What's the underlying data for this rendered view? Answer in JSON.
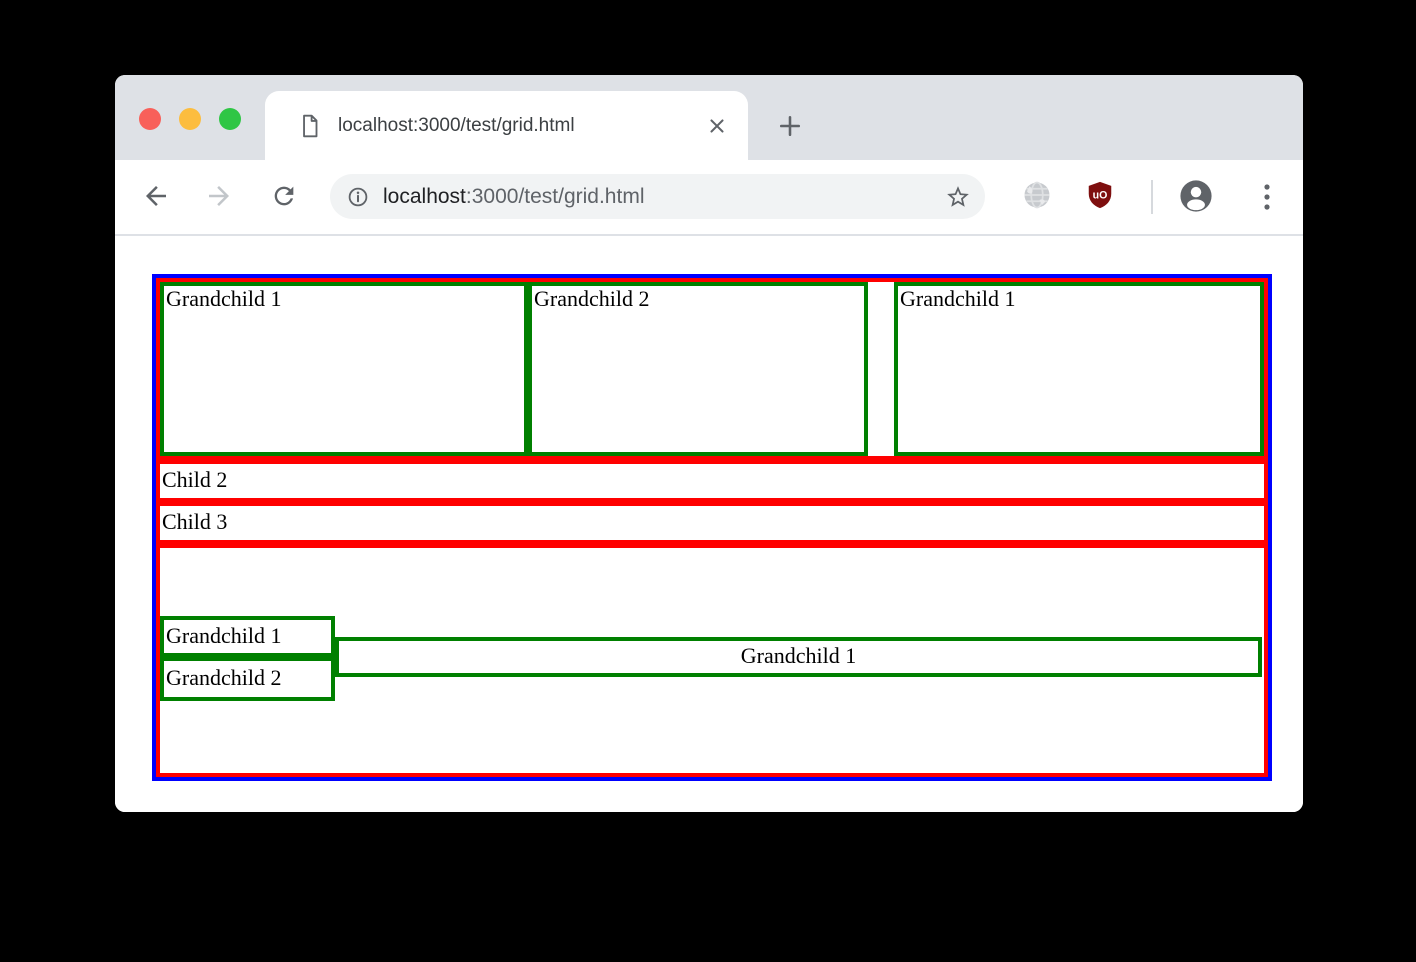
{
  "browser": {
    "tab_title": "localhost:3000/test/grid.html",
    "url": {
      "host": "localhost",
      "rest": ":3000/test/grid.html"
    },
    "toolbar": {
      "ublock_label": "uO"
    },
    "icons": {
      "tab_favicon": "document-icon",
      "tab_close": "close-icon",
      "new_tab": "plus-icon",
      "nav": [
        "back-arrow-icon",
        "forward-arrow-icon",
        "reload-icon"
      ],
      "omnibox": [
        "info-icon",
        "star-icon"
      ],
      "extensions": [
        "globe-icon",
        "ublock-shield-icon"
      ],
      "right": [
        "avatar-icon",
        "kebab-menu-icon"
      ]
    },
    "colors": {
      "tabstrip_bg": "#DEE1E6",
      "omnibox_bg": "#F1F3F4",
      "icon_gray": "#5F6368",
      "traffic_red": "#F8605A",
      "traffic_yellow": "#FCBD3F",
      "traffic_green": "#2FC645",
      "ublock_red": "#7E0F0F"
    }
  },
  "page": {
    "colors": {
      "parent_border": "#0000FF",
      "child_border": "#FF0000",
      "grandchild_border": "#008000"
    },
    "child1": {
      "grandchildren": [
        "Grandchild 1",
        "Grandchild 2",
        "Grandchild 1"
      ]
    },
    "child2": {
      "label": "Child 2"
    },
    "child3": {
      "label": "Child 3"
    },
    "child4": {
      "grandchild1": "Grandchild 1",
      "grandchild2": "Grandchild 2",
      "grandchild_wide": "Grandchild 1"
    }
  }
}
